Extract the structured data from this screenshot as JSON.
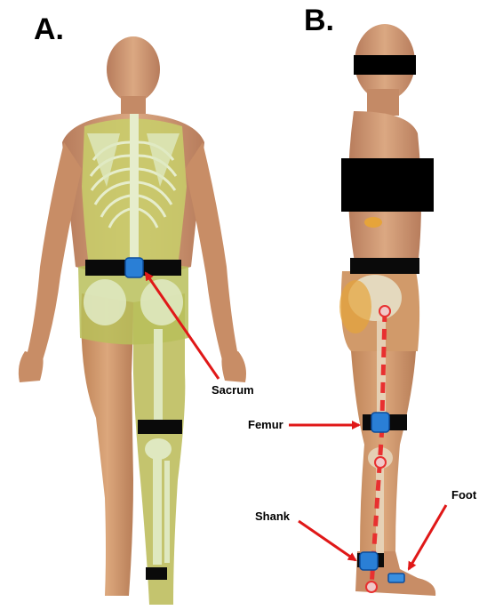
{
  "panels": {
    "a_label": "A.",
    "b_label": "B."
  },
  "callouts": {
    "sacrum": "Sacrum",
    "femur": "Femur",
    "shank": "Shank",
    "foot": "Foot"
  },
  "colors": {
    "skin": "#d9a27c",
    "skin_shadow": "#b97e5e",
    "skeleton_overlay": "#c8cf6a",
    "bone": "#dfe8c0",
    "strap": "#0a0a0a",
    "sensor": "#2a7fd6",
    "arrow": "#e01818",
    "segment_line": "#e83030"
  },
  "icons": {
    "sensor": "imu-sensor-icon",
    "arrow": "arrow-icon"
  }
}
